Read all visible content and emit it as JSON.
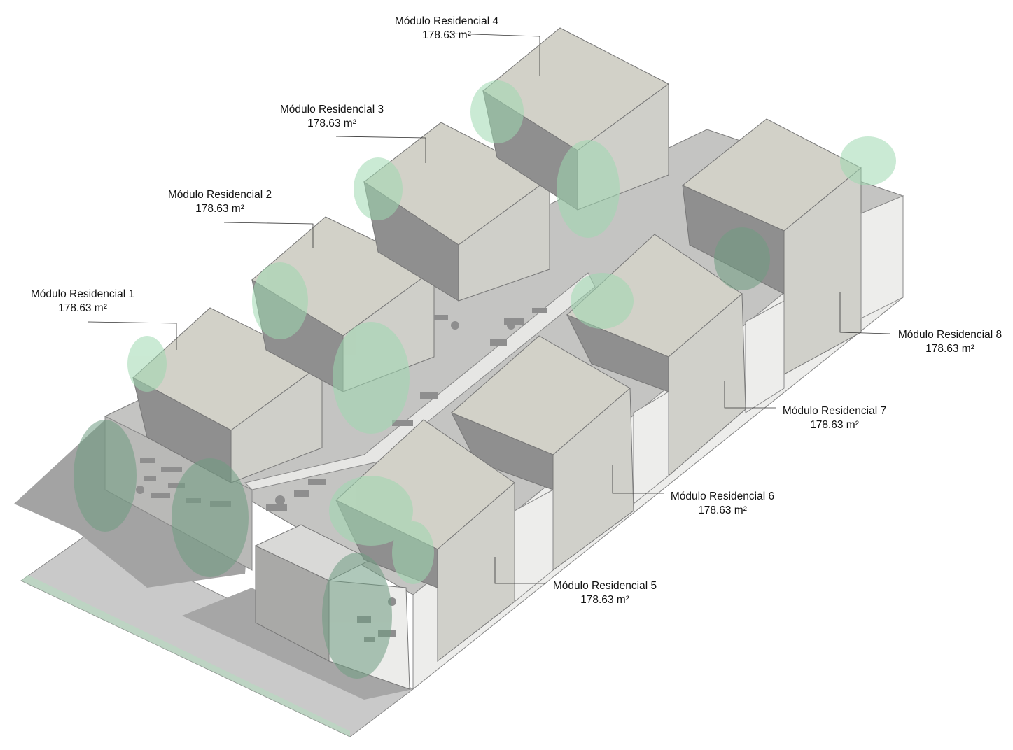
{
  "modules": [
    {
      "id": 1,
      "name": "Módulo Residencial 1",
      "area": "178.63 m²"
    },
    {
      "id": 2,
      "name": "Módulo Residencial 2",
      "area": "178.63 m²"
    },
    {
      "id": 3,
      "name": "Módulo Residencial 3",
      "area": "178.63 m²"
    },
    {
      "id": 4,
      "name": "Módulo Residencial 4",
      "area": "178.63 m²"
    },
    {
      "id": 5,
      "name": "Módulo Residencial 5",
      "area": "178.63 m²"
    },
    {
      "id": 6,
      "name": "Módulo Residencial 6",
      "area": "178.63 m²"
    },
    {
      "id": 7,
      "name": "Módulo Residencial 7",
      "area": "178.63 m²"
    },
    {
      "id": 8,
      "name": "Módulo Residencial 8",
      "area": "178.63 m²"
    }
  ],
  "colors": {
    "roof": "#d2d1c8",
    "wall_light": "#ededeb",
    "wall_mid": "#b9b9b7",
    "wall_dark": "#8f8f8f",
    "ground": "#c8c8c8",
    "shadow": "#9e9e9e",
    "tree": "#9fd8b0",
    "tree_dark": "#6f9c82"
  }
}
